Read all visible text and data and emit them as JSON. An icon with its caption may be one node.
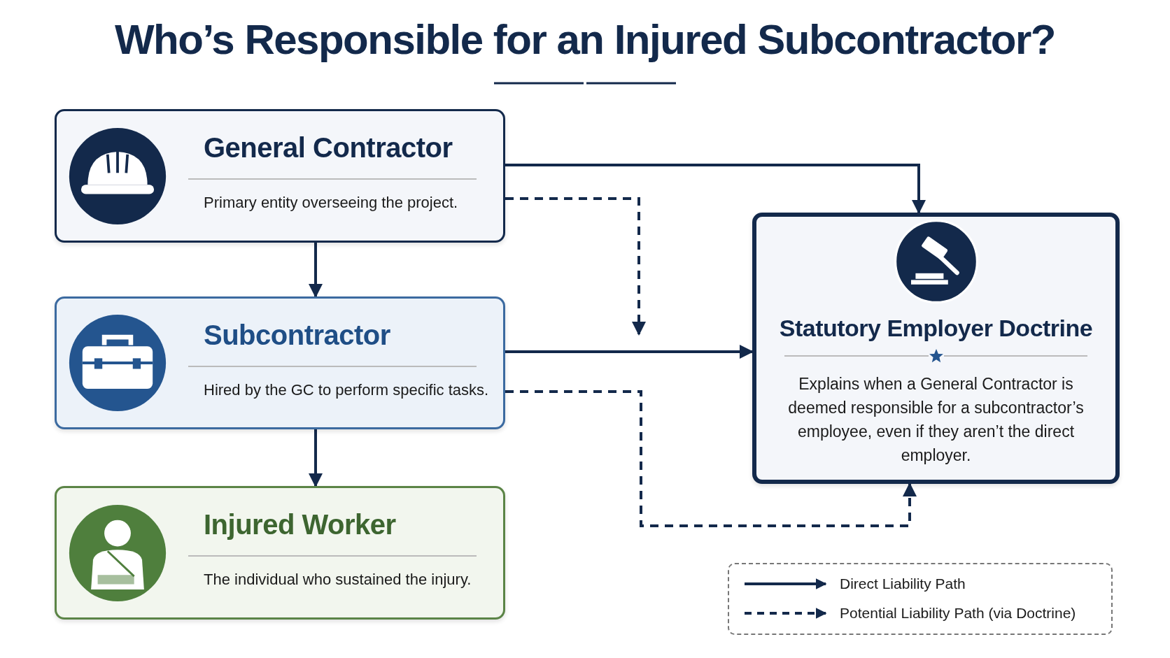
{
  "diagram": {
    "title": "Who’s Responsible for an Injured Subcontractor?",
    "nodes": [
      {
        "text": [
          "General Contractor",
          "Primary entity overseeing the project."
        ]
      },
      {
        "text": [
          "Subcontractor",
          "Hired by the GC to perform specific tasks."
        ]
      },
      {
        "text": [
          "Injured Worker",
          "The individual who sustained the injury."
        ]
      },
      {
        "text": [
          "Statutory Employer Doctrine",
          "Explains when a General Contractor is deemed responsible for a subcontractor’s employee, even if they aren’t the direct employer."
        ]
      }
    ],
    "edges": [
      {
        "from": 0,
        "to": 1,
        "arrow": "to"
      },
      {
        "from": 1,
        "to": 2,
        "arrow": "to"
      },
      {
        "from": 0,
        "to": 3,
        "arrow": "to"
      },
      {
        "from": 0,
        "to": null,
        "arrow": "to",
        "style": "dashed"
      },
      {
        "from": 1,
        "to": 3,
        "arrow": "to"
      },
      {
        "from": 1,
        "to": 3,
        "arrow": "to",
        "style": "dashed"
      }
    ],
    "legend": [
      {
        "text": "Direct Liability Path"
      },
      {
        "text": "Potential Liability Path (via Doctrine)"
      }
    ]
  }
}
